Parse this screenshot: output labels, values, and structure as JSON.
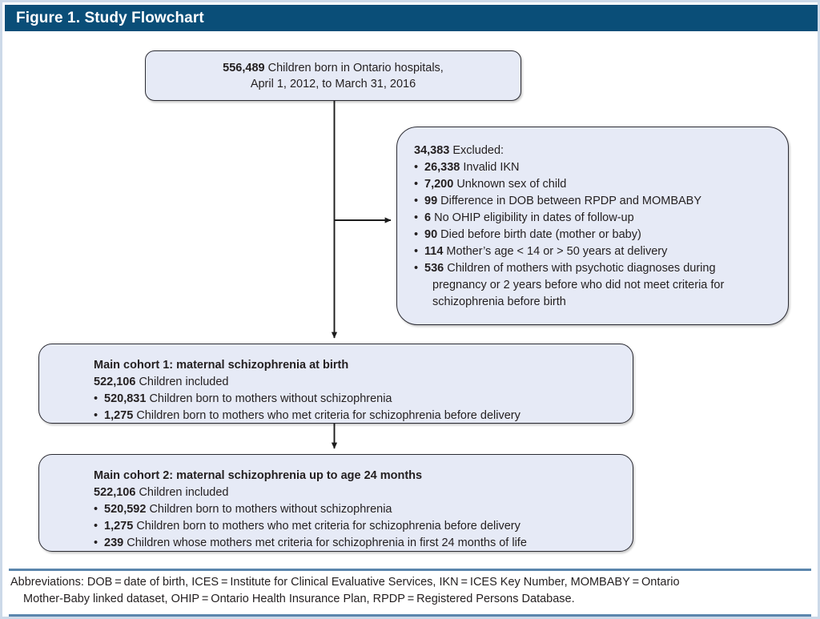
{
  "figure": {
    "title": "Figure 1. Study Flowchart",
    "header_color": "#0A4E78",
    "box_fill": "#E6EAF6",
    "box_border": "#2B2B33",
    "rule_color": "#5B86AD"
  },
  "boxes": {
    "born": {
      "name": "children-born",
      "line1_number": "556,489",
      "line1_text": " Children born in Ontario hospitals,",
      "line2": "April 1, 2012, to March 31, 2016"
    },
    "excluded": {
      "name": "excluded",
      "heading_number": "34,383",
      "heading_text": " Excluded:",
      "items": [
        {
          "number": "26,338",
          "text": " Invalid IKN"
        },
        {
          "number": "7,200",
          "text": " Unknown sex of child"
        },
        {
          "number": "99",
          "text": " Difference in DOB between RPDP and MOMBABY"
        },
        {
          "number": "6",
          "text": " No OHIP eligibility in dates of follow-up"
        },
        {
          "number": "90",
          "text": " Died before birth date (mother or baby)"
        },
        {
          "number": "114",
          "text": " Mother’s age < 14 or > 50 years at delivery"
        },
        {
          "number": "536",
          "text": " Children of mothers with psychotic diagnoses during",
          "cont1": "pregnancy or 2 years before who did not meet criteria for",
          "cont2": "schizophrenia before birth"
        }
      ]
    },
    "cohort1": {
      "name": "main-cohort-1",
      "heading": "Main cohort 1: maternal schizophrenia at birth",
      "total_number": "522,106",
      "total_text": " Children included",
      "items": [
        {
          "number": "520,831",
          "text": " Children born to mothers without schizophrenia"
        },
        {
          "number": "1,275",
          "text": " Children born to mothers who met criteria for schizophrenia before delivery"
        }
      ]
    },
    "cohort2": {
      "name": "main-cohort-2",
      "heading": "Main cohort 2: maternal schizophrenia up to age 24 months",
      "total_number": "522,106",
      "total_text": " Children included",
      "items": [
        {
          "number": "520,592",
          "text": " Children born to mothers without schizophrenia"
        },
        {
          "number": "1,275",
          "text": " Children born to mothers who met criteria for schizophrenia before delivery"
        },
        {
          "number": "239",
          "text": " Children whose mothers met criteria for schizophrenia in first 24 months of life"
        }
      ]
    }
  },
  "connectors": [
    {
      "name": "born-to-excluded",
      "type": "elbow-right-arrow"
    },
    {
      "name": "born-to-cohort1",
      "type": "down-arrow"
    },
    {
      "name": "cohort1-to-cohort2",
      "type": "down-arrow"
    }
  ],
  "footer": {
    "line1": "Abbreviations: DOB = date of birth, ICES = Institute for Clinical Evaluative Services, IKN = ICES Key Number, MOMBABY = Ontario",
    "line2": "Mother-Baby linked dataset, OHIP = Ontario Health Insurance Plan, RPDP = Registered Persons Database."
  }
}
